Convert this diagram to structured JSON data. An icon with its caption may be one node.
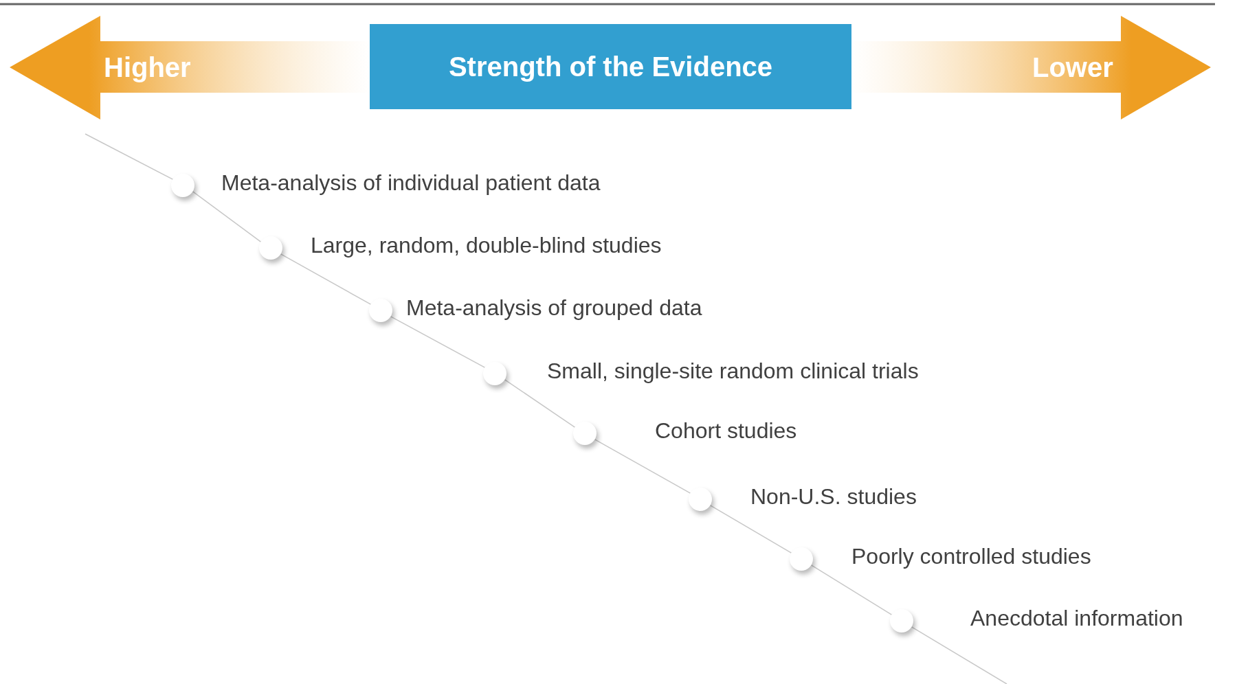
{
  "diagram": {
    "nodes": [
      {
        "text": [
          "Strength of the Evidence"
        ]
      },
      {
        "text": [],
        "shape": "circle",
        "beside": [
          "Meta-analysis of individual patient data"
        ]
      },
      {
        "text": [],
        "shape": "circle",
        "beside": [
          "Large, random, double-blind studies"
        ]
      },
      {
        "text": [],
        "shape": "circle",
        "beside": [
          "Meta-analysis of grouped data"
        ]
      },
      {
        "text": [],
        "shape": "circle",
        "beside": [
          "Small, single-site random clinical trials"
        ]
      },
      {
        "text": [],
        "shape": "circle",
        "beside": [
          "Cohort studies"
        ]
      },
      {
        "text": [],
        "shape": "circle",
        "beside": [
          "Non-U.S. studies"
        ]
      },
      {
        "text": [],
        "shape": "circle",
        "beside": [
          "Poorly controlled studies"
        ]
      },
      {
        "text": [],
        "shape": "circle",
        "beside": [
          "Anecdotal information"
        ]
      }
    ],
    "edges": [
      {
        "from": null,
        "to": 1,
        "arrow": "none"
      },
      {
        "from": 1,
        "to": 2,
        "arrow": "none"
      },
      {
        "from": 2,
        "to": 3,
        "arrow": "none"
      },
      {
        "from": 3,
        "to": 4,
        "arrow": "none"
      },
      {
        "from": 4,
        "to": 5,
        "arrow": "none"
      },
      {
        "from": 5,
        "to": 6,
        "arrow": "none"
      },
      {
        "from": 6,
        "to": 7,
        "arrow": "none"
      },
      {
        "from": 7,
        "to": 8,
        "arrow": "none"
      },
      {
        "from": 8,
        "to": null,
        "arrow": "none"
      }
    ],
    "labels": [
      "Higher",
      "Lower"
    ]
  }
}
